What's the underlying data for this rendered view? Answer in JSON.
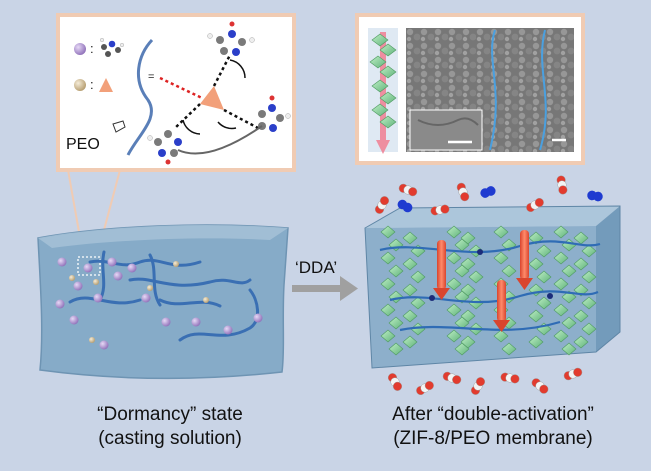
{
  "labels": {
    "peo": "PEO",
    "dda": "‘DDA’",
    "left_caption_line1": "“Dormancy” state",
    "left_caption_line2": "(casting solution)",
    "right_caption_line1": "After “double-activation”",
    "right_caption_line2": "(ZIF-8/PEO membrane)"
  },
  "colors": {
    "background": "#c9d4e6",
    "inset_border": "#f0cbb3",
    "block_fill": "#7fa6c4",
    "zn_ion": "#a58bc9",
    "ligand": "#f2a07a",
    "crystal": "#8fd6a0",
    "peo_chain": "#3a78c2",
    "arrow": "#a0a0a0"
  },
  "icons": [
    "zn-ion-icon",
    "ligand-icon",
    "imidazole-molecule-icon",
    "tem-micrograph",
    "co2-molecule-icon",
    "n2-molecule-icon"
  ]
}
